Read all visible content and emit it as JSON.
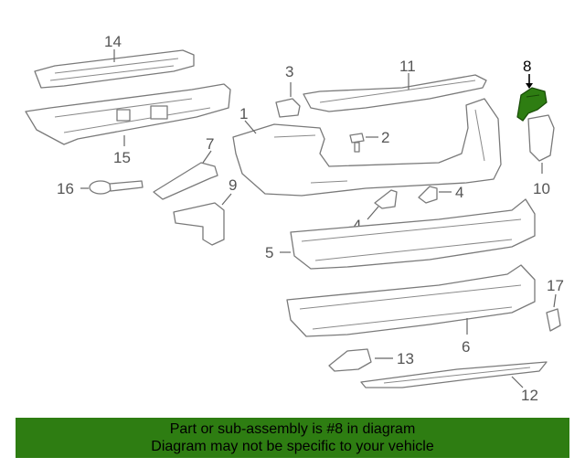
{
  "diagram": {
    "callouts": {
      "c1": "1",
      "c2": "2",
      "c3": "3",
      "c4a": "4",
      "c4b": "4",
      "c5": "5",
      "c6": "6",
      "c7": "7",
      "c8": "8",
      "c9": "9",
      "c10": "10",
      "c11": "11",
      "c12": "12",
      "c13": "13",
      "c14": "14",
      "c15": "15",
      "c16": "16",
      "c17": "17"
    },
    "highlight_color": "#2e7d12",
    "highlighted_part": "8"
  },
  "banner": {
    "line1": "Part or sub-assembly is #8 in diagram",
    "line2": "Diagram may not be specific to your vehicle",
    "background": "#2e7d12"
  }
}
